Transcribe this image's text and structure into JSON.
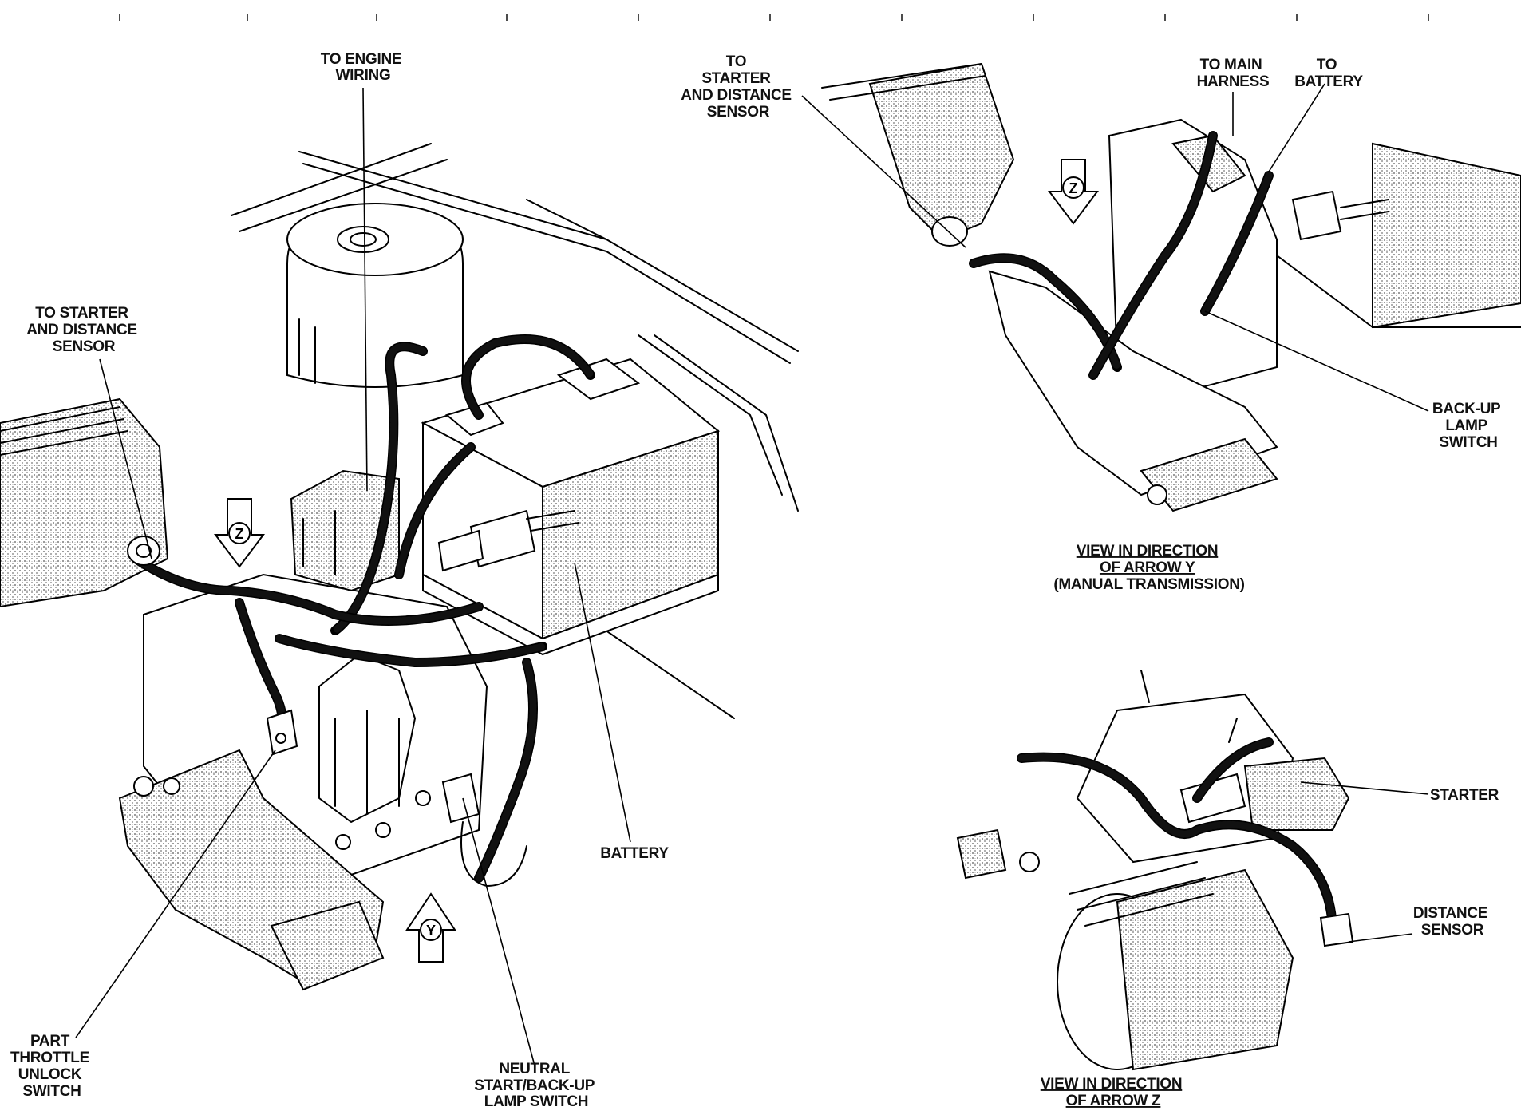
{
  "labels": {
    "to_engine_wiring": [
      "TO ENGINE",
      "WIRING"
    ],
    "to_starter_left": [
      "TO STARTER",
      "AND DISTANCE",
      "SENSOR"
    ],
    "to_starter_top": [
      "TO",
      "STARTER",
      "AND DISTANCE",
      "SENSOR"
    ],
    "to_main_harness": [
      "TO MAIN",
      "HARNESS"
    ],
    "to_battery": [
      "TO",
      "BATTERY"
    ],
    "back_up_lamp_switch": [
      "BACK-UP",
      "LAMP",
      "SWITCH"
    ],
    "battery": "BATTERY",
    "part_throttle_unlock_switch": [
      "PART",
      "THROTTLE",
      "UNLOCK",
      "SWITCH"
    ],
    "neutral_start": [
      "NEUTRAL",
      "START/BACK-UP",
      "LAMP SWITCH"
    ],
    "starter": "STARTER",
    "distance_sensor": [
      "DISTANCE",
      "SENSOR"
    ]
  },
  "captions": {
    "view_y": [
      "VIEW IN DIRECTION",
      "OF ARROW Y",
      "(MANUAL TRANSMISSION)"
    ],
    "view_z": [
      "VIEW IN DIRECTION",
      "OF ARROW Z"
    ]
  },
  "arrows": {
    "z_main": "Z",
    "y_main": "Y",
    "z_view": "Z"
  }
}
